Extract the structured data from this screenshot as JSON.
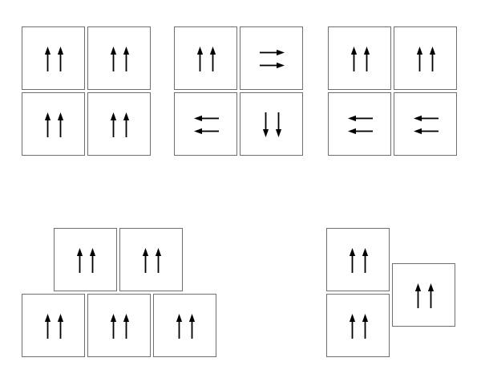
{
  "diagram": {
    "arrow_color": "#000000",
    "border_color": "#6f6f6f",
    "tile_background": "#ffffff",
    "groups": [
      {
        "id": "group-1",
        "description_icon": "arrow-pair-icon",
        "tiles": [
          {
            "id": "t1",
            "direction": "up"
          },
          {
            "id": "t2",
            "direction": "up"
          },
          {
            "id": "t3",
            "direction": "up"
          },
          {
            "id": "t4",
            "direction": "up"
          }
        ]
      },
      {
        "id": "group-2",
        "description_icon": "arrow-pair-icon",
        "tiles": [
          {
            "id": "t1",
            "direction": "up"
          },
          {
            "id": "t2",
            "direction": "right"
          },
          {
            "id": "t3",
            "direction": "left"
          },
          {
            "id": "t4",
            "direction": "down"
          }
        ]
      },
      {
        "id": "group-3",
        "description_icon": "arrow-pair-icon",
        "tiles": [
          {
            "id": "t1",
            "direction": "up"
          },
          {
            "id": "t2",
            "direction": "up"
          },
          {
            "id": "t3",
            "direction": "left"
          },
          {
            "id": "t4",
            "direction": "left"
          }
        ]
      },
      {
        "id": "group-4",
        "description_icon": "arrow-pair-icon",
        "tiles": [
          {
            "id": "t1",
            "direction": "up"
          },
          {
            "id": "t2",
            "direction": "up"
          },
          {
            "id": "t3",
            "direction": "up"
          },
          {
            "id": "t4",
            "direction": "up"
          },
          {
            "id": "t5",
            "direction": "up"
          }
        ]
      },
      {
        "id": "group-5",
        "description_icon": "arrow-pair-icon",
        "tiles": [
          {
            "id": "t1",
            "direction": "up"
          },
          {
            "id": "t2",
            "direction": "up"
          },
          {
            "id": "t3",
            "direction": "up"
          }
        ]
      }
    ]
  }
}
